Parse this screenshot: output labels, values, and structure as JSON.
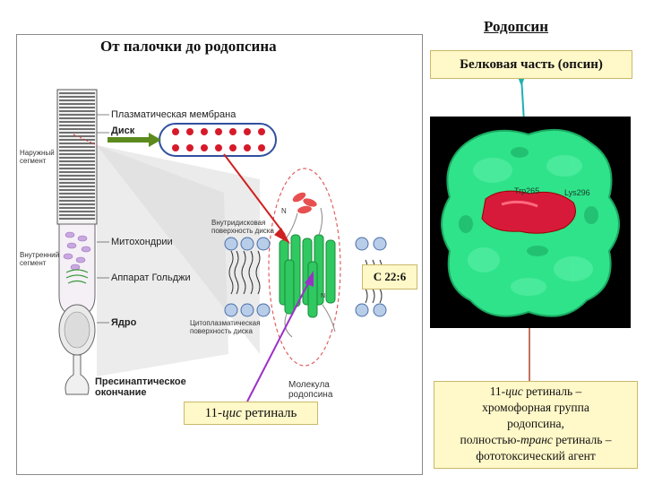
{
  "header": {
    "title": "Родопсин"
  },
  "frame": {
    "title": "От палочки до родопсина"
  },
  "rod_labels": {
    "plasma_membrane": "Плазматическая мембрана",
    "disk": "Диск",
    "outer_segment": "Наружный сегмент",
    "inner_segment": "Внутренний сегмент",
    "mitochondria": "Митохондрии",
    "golgi": "Аппарат Гольджи",
    "nucleus": "Ядро",
    "presynaptic": "Пресинаптическое окончание",
    "intradisk_surface": "Внутридисковая поверхность диска",
    "cytoplasmic_surface": "Цитоплазматическая поверхность диска",
    "molecule_line1": "Молекула",
    "molecule_line2": "родопсина"
  },
  "callouts": {
    "opsin": "Белковая часть (опсин)",
    "c22": "C 22:6",
    "retinal_prefix": "11-",
    "retinal_cis": "цис",
    "retinal_suffix": " ретиналь",
    "desc_line1_prefix": "11-",
    "desc_line1_cis": "цис",
    "desc_line1_suffix": " ретиналь –",
    "desc_line2": "хромофорная группа",
    "desc_line3": "родопсина,",
    "desc_line4_prefix": "полностью-",
    "desc_line4_trans": "транс",
    "desc_line4_suffix": " ретиналь –",
    "desc_line5": "фототоксический агент"
  },
  "protein": {
    "residue1": "Trp265",
    "residue2": "Lys296"
  },
  "colors": {
    "arrow_green": "#5c8a1e",
    "arrow_red": "#d02020",
    "arrow_purple": "#9b30c8",
    "line_teal": "#1fb0b0",
    "line_brown": "#b0442a",
    "protein_green": "#2fe38a",
    "retinal_red": "#d81a3a",
    "box_fill": "#fff8c8"
  }
}
